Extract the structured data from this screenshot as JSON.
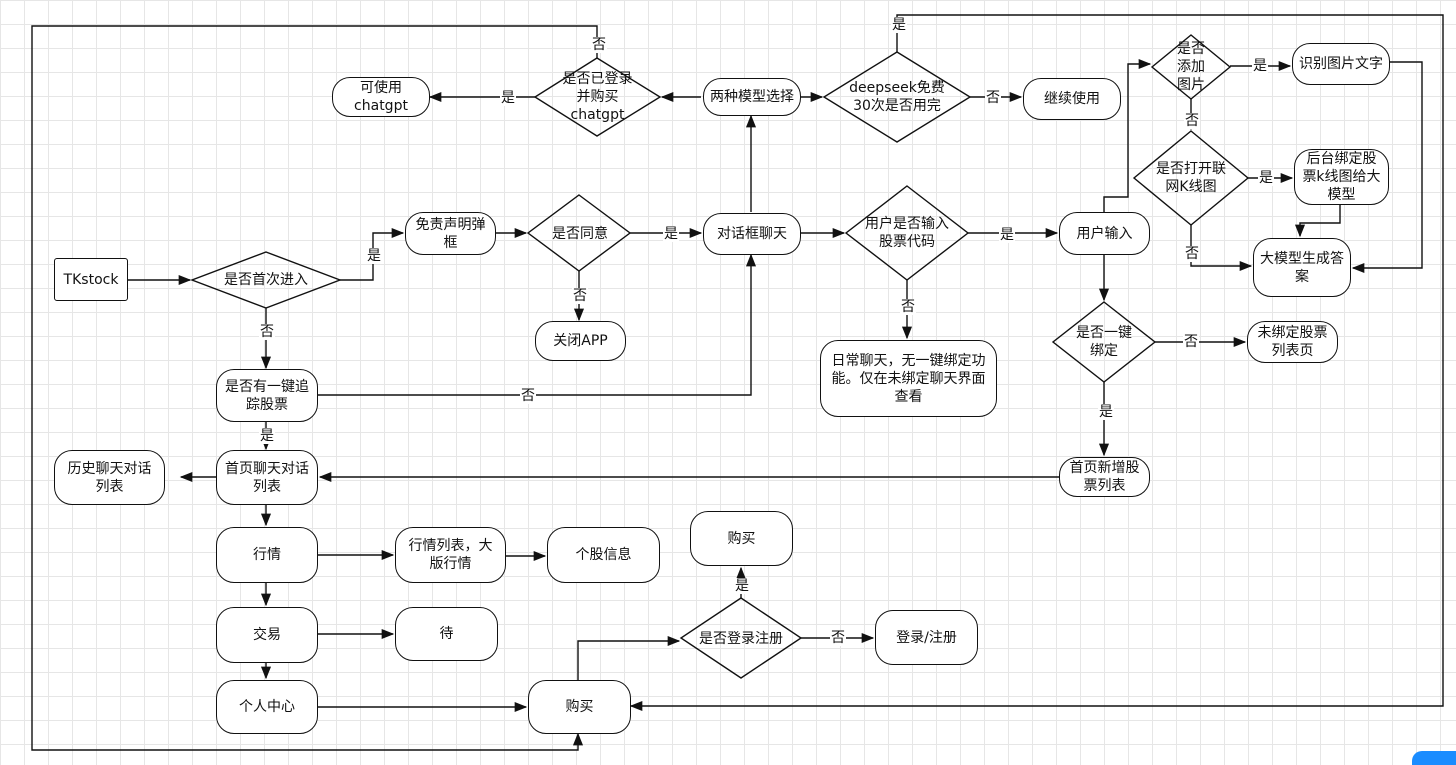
{
  "nodes": {
    "tkstock": "TKstock",
    "first_entry": "是否首次进入",
    "disclaimer": "免责声明弹框",
    "agree": "是否同意",
    "close_app": "关闭APP",
    "chat_box": "对话框聊天",
    "two_models": "两种模型选择",
    "logged_gpt": "是否已登录并购买chatgpt",
    "can_use_gpt": "可使用chatgpt",
    "deepseek_free": "deepseek免费30次是否用完",
    "continue_use": "继续使用",
    "input_code": "用户是否输入股票代码",
    "daily_chat": "日常聊天，无一键绑定功能。仅在未绑定聊天界面查看",
    "user_input": "用户输入",
    "add_image": "是否添加图片",
    "recognize_text": "识别图片文字",
    "open_kline": "是否打开联网K线图",
    "bind_kline": "后台绑定股票k线图给大模型",
    "llm_answer": "大模型生成答案",
    "one_click_bind": "是否一键绑定",
    "unbound_list": "未绑定股票列表页",
    "home_new_list": "首页新增股票列表",
    "track_stock": "是否有一键追踪股票",
    "home_chat_list": "首页聊天对话列表",
    "history_list": "历史聊天对话列表",
    "market": "行情",
    "market_list": "行情列表，大版行情",
    "stock_info": "个股信息",
    "trade": "交易",
    "pending": "待",
    "personal": "个人中心",
    "buy": "购买",
    "login_check": "是否登录注册",
    "buy_top": "购买",
    "login_register": "登录/注册"
  },
  "labels": {
    "yes": "是",
    "no": "否"
  }
}
